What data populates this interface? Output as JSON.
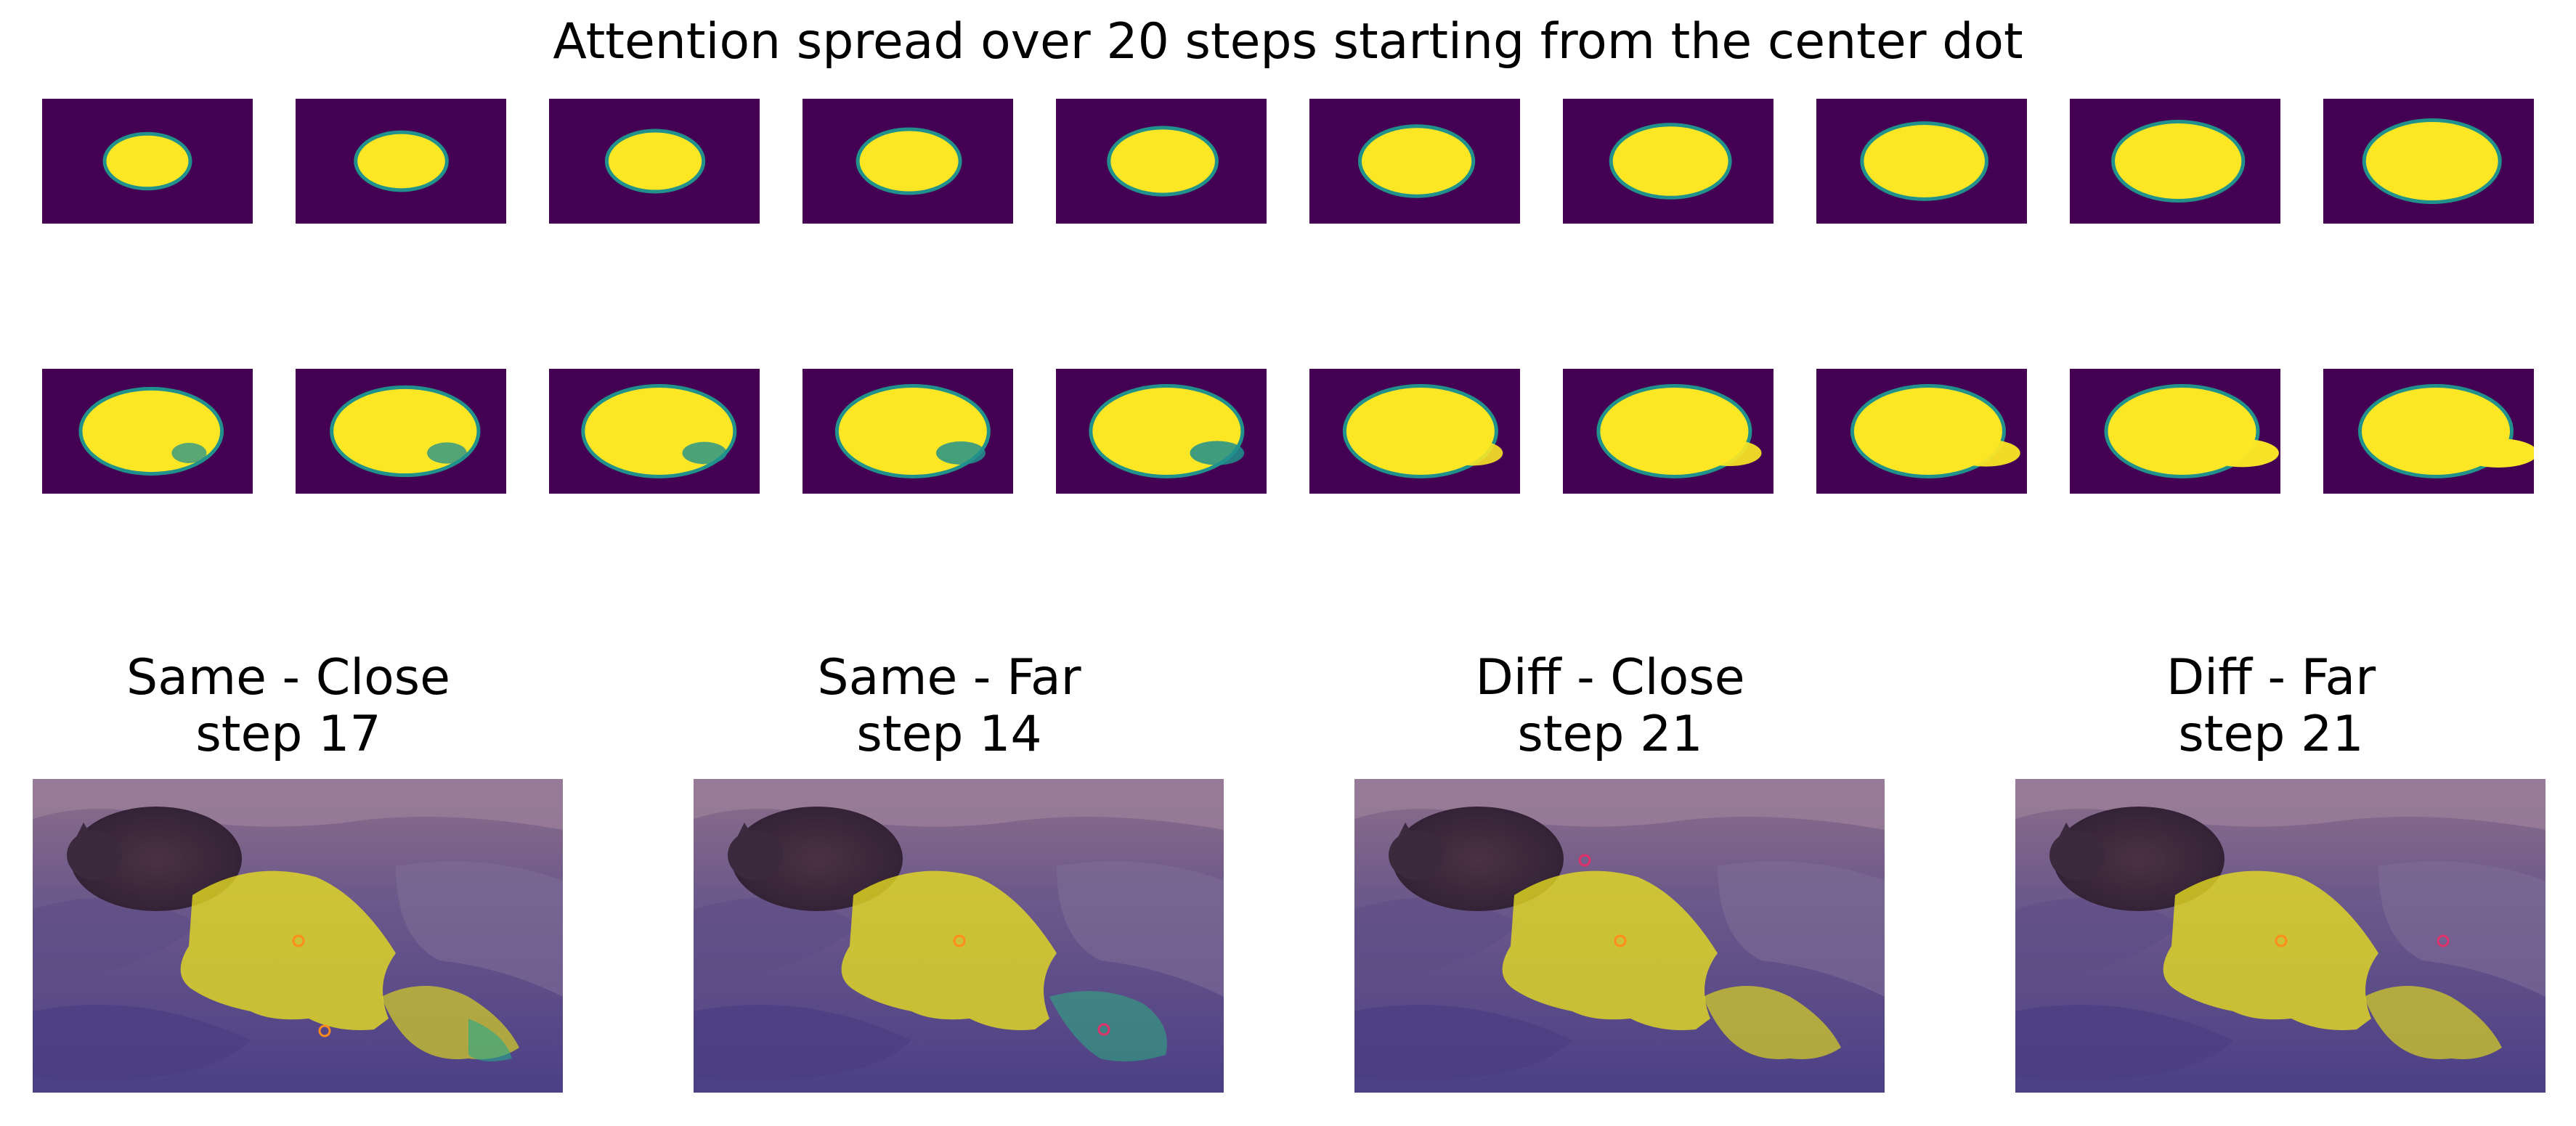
{
  "figure": {
    "title": "Attention spread over 20 steps starting from the center dot"
  },
  "steps": {
    "count": 20,
    "colormap": "viridis",
    "background_color": "#440154",
    "fill_color": "#fde725",
    "edge_color": "#21918c"
  },
  "panels": [
    {
      "title_line1": "Same - Close",
      "title_line2": "step 17",
      "step": 17
    },
    {
      "title_line1": "Same - Far",
      "title_line2": "step 14",
      "step": 14
    },
    {
      "title_line1": "Diff - Close",
      "title_line2": "step 21",
      "step": 21
    },
    {
      "title_line1": "Diff - Far",
      "title_line2": "step 21",
      "step": 21
    }
  ],
  "overlay": {
    "mask_color": "#e8e020",
    "marker_start_color": "#ff8c1a",
    "marker_target_color": "#e0306a"
  }
}
